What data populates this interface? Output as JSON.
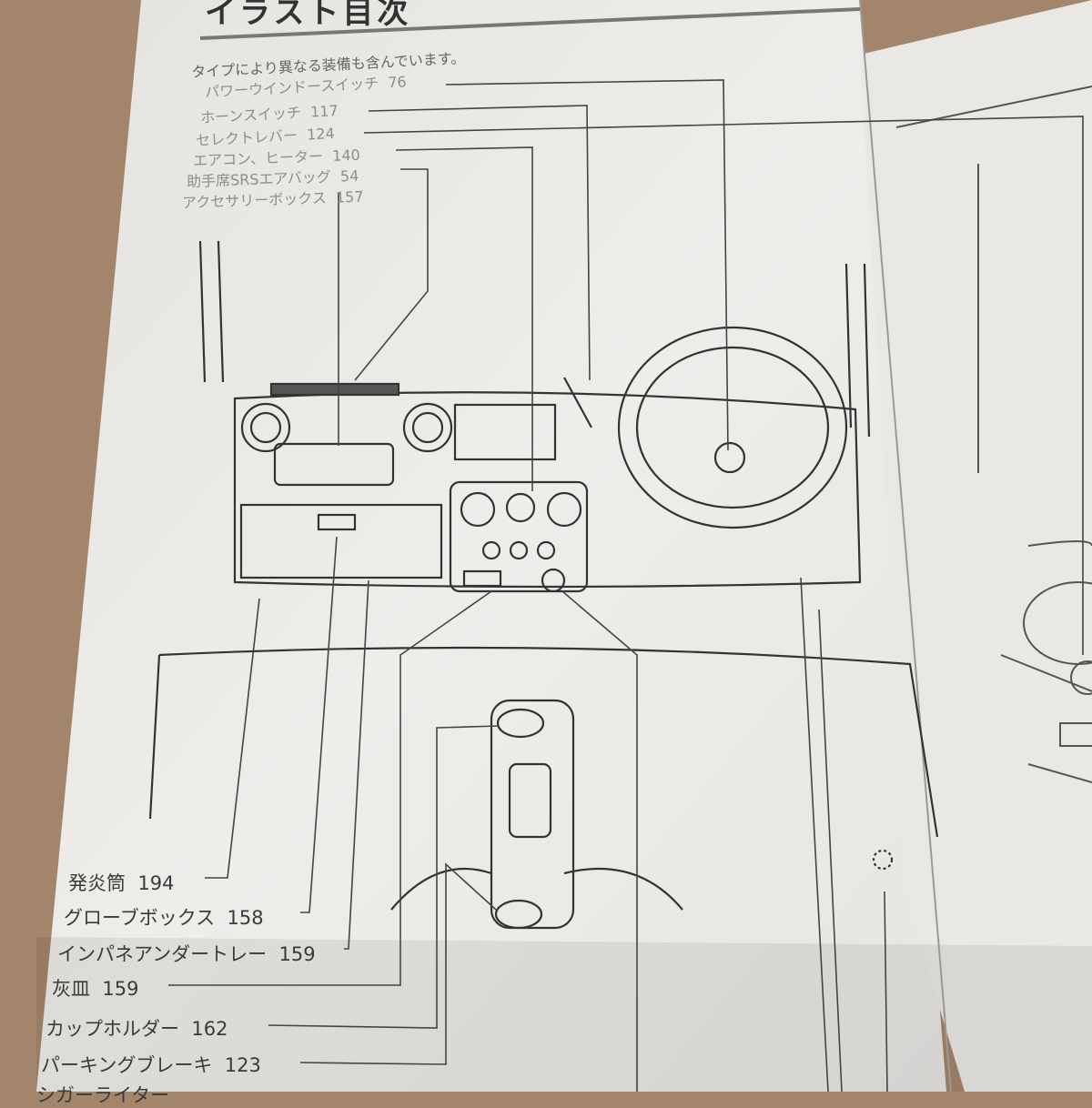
{
  "page": {
    "title": "イラスト目次",
    "note": "タイプにより異なる装備も含んでいます。"
  },
  "top_labels": [
    {
      "label": "パワーウインドースイッチ",
      "page": "76"
    },
    {
      "label": "ホーンスイッチ",
      "page": "117"
    },
    {
      "label": "セレクトレバー",
      "page": "124"
    },
    {
      "label": "エアコン、ヒーター",
      "page": "140"
    },
    {
      "label": "助手席SRSエアバッグ",
      "page": "54"
    },
    {
      "label": "アクセサリーボックス",
      "page": "157"
    }
  ],
  "bottom_labels": [
    {
      "label": "発炎筒",
      "page": "194"
    },
    {
      "label": "グローブボックス",
      "page": "158"
    },
    {
      "label": "インパネアンダートレー",
      "page": "159"
    },
    {
      "label": "灰皿",
      "page": "159"
    },
    {
      "label": "カップホルダー",
      "page": "162"
    },
    {
      "label": "パーキングブレーキ",
      "page": "123"
    },
    {
      "label": "シガーライター",
      "page": ""
    }
  ],
  "colors": {
    "paper": "#ecebe8",
    "table": "#a3856b",
    "ink": "#3a3a3a"
  }
}
